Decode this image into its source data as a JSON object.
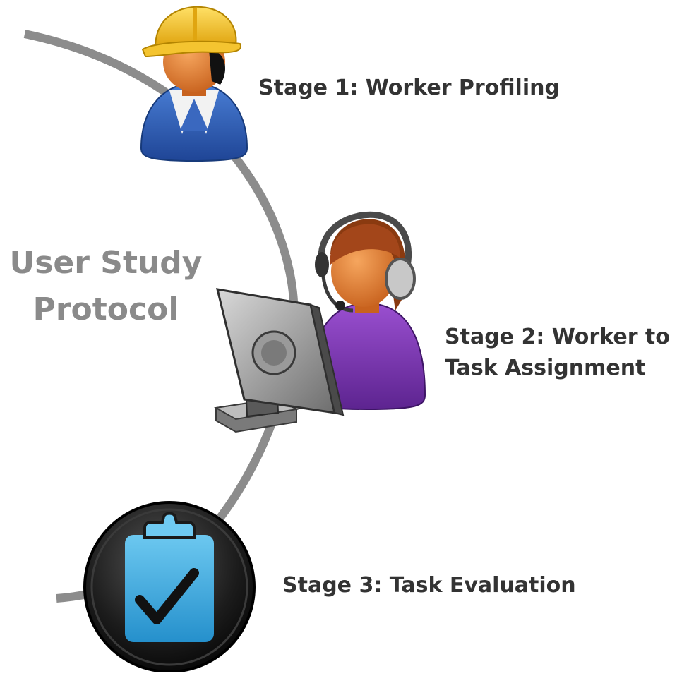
{
  "title": {
    "line1": "User Study",
    "line2": "Protocol"
  },
  "stages": [
    {
      "label": "Stage 1: Worker Profiling",
      "icon": "construction-worker-icon"
    },
    {
      "label_line1": "Stage 2: Worker to",
      "label_line2": "Task Assignment",
      "icon": "call-center-operator-icon"
    },
    {
      "label": "Stage 3: Task Evaluation",
      "icon": "clipboard-check-icon"
    }
  ],
  "colors": {
    "arc": "#8c8c8c",
    "label_text": "#333333",
    "title_text": "#8a8a8a",
    "helmet": "#f2c12e",
    "worker_shirt": "#2f5fb3",
    "operator_shirt": "#7b35b0",
    "skin": "#e5823a",
    "clipboard": "#3aa8e0",
    "badge": "#1a1a1a"
  }
}
